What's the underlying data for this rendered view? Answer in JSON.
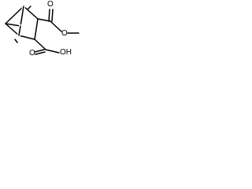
{
  "molecule": {
    "atoms": {
      "ester_carbonyl_o": "O",
      "ester_o": "O",
      "acid_carbonyl_o": "O",
      "acid_oh": "OH"
    }
  }
}
